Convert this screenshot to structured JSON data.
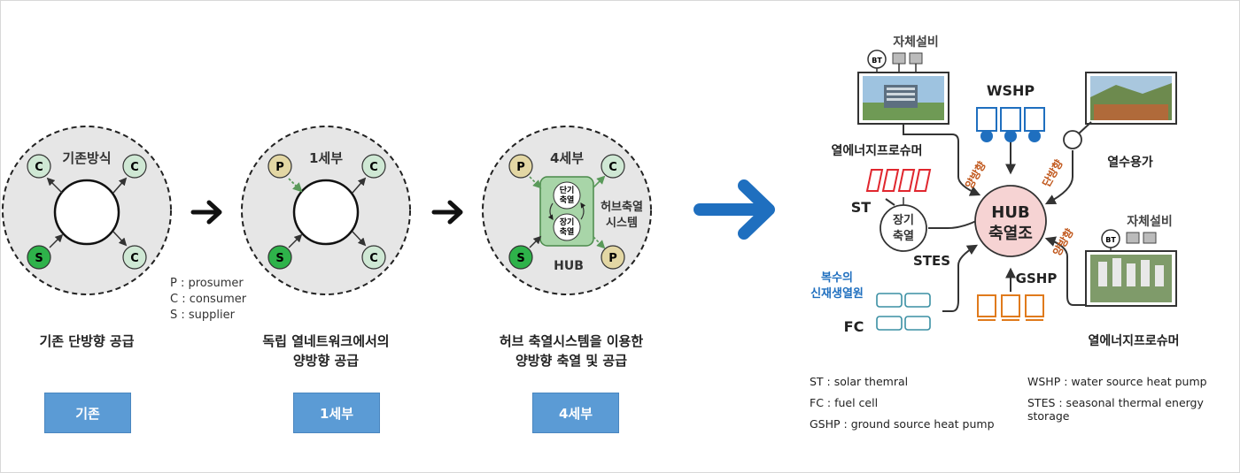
{
  "stages": [
    {
      "title": "기존방식",
      "caption_lines": [
        "기존 단방향 공급"
      ],
      "badge": "기존",
      "nodes": {
        "c1": "C",
        "c2": "C",
        "c3": "C",
        "s": "S"
      }
    },
    {
      "title": "1세부",
      "caption_lines": [
        "독립 열네트워크에서의",
        "양방향 공급"
      ],
      "badge": "1세부",
      "nodes": {
        "p": "P",
        "c1": "C",
        "c2": "C",
        "s": "S"
      }
    },
    {
      "title": "4세부",
      "caption_lines": [
        "허브 축열시스템을 이용한",
        "양방향 축열 및 공급"
      ],
      "badge": "4세부",
      "nodes": {
        "p1": "P",
        "c1": "C",
        "s": "S",
        "p2": "P"
      },
      "short_storage": [
        "단기",
        "축열"
      ],
      "long_storage": [
        "장기",
        "축열"
      ],
      "hub_label": "HUB",
      "side_label": [
        "허브축열",
        "시스템"
      ]
    }
  ],
  "abbreviations": [
    "P : prosumer",
    "C : consumer",
    "S : supplier"
  ],
  "hub": {
    "center": [
      "HUB",
      "축열조"
    ],
    "self_facility_top": "자체설비",
    "self_facility_right": "자체설비",
    "bt": "BT",
    "prosumer_top": "열에너지프로슈머",
    "prosumer_bottom": "열에너지프로슈머",
    "wshp": "WSHP",
    "consumer": "열수용가",
    "st": "ST",
    "stes_node": [
      "장기",
      "축열"
    ],
    "stes": "STES",
    "renewable": [
      "복수의",
      "신재생열원"
    ],
    "fc": "FC",
    "gshp": "GSHP",
    "bidirectional": "양방향",
    "unidirectional": "단방향"
  },
  "notes": [
    "ST : solar themral",
    "FC : fuel cell",
    "GSHP : ground source heat pump",
    "WSHP : water source heat pump",
    "STES : seasonal thermal energy storage"
  ],
  "colors": {
    "accent_blue": "#1f6fbf",
    "badge": "#5b9bd5",
    "green_node": "#2eb24a",
    "mint_node": "#cfe8d4",
    "tan_node": "#e3d7a4",
    "hub_pink": "#f6d3d3",
    "st_red": "#e0262e",
    "gshp_orange": "#e07a1c",
    "fc_teal": "#3a8fa3"
  }
}
